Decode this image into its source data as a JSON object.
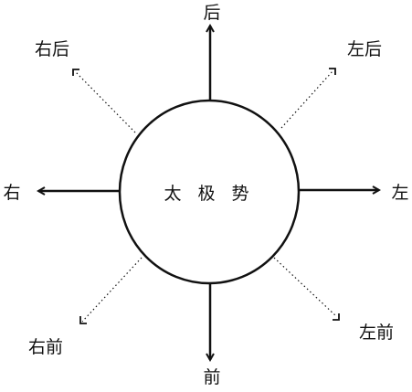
{
  "center": {
    "label": "太 极 势"
  },
  "directions": {
    "back": "后",
    "front": "前",
    "left": "左",
    "right": "右",
    "right_back": "右后",
    "left_back": "左后",
    "right_front": "右前",
    "left_front": "左前"
  },
  "colors": {
    "ink": "#111111",
    "background": "#ffffff"
  }
}
